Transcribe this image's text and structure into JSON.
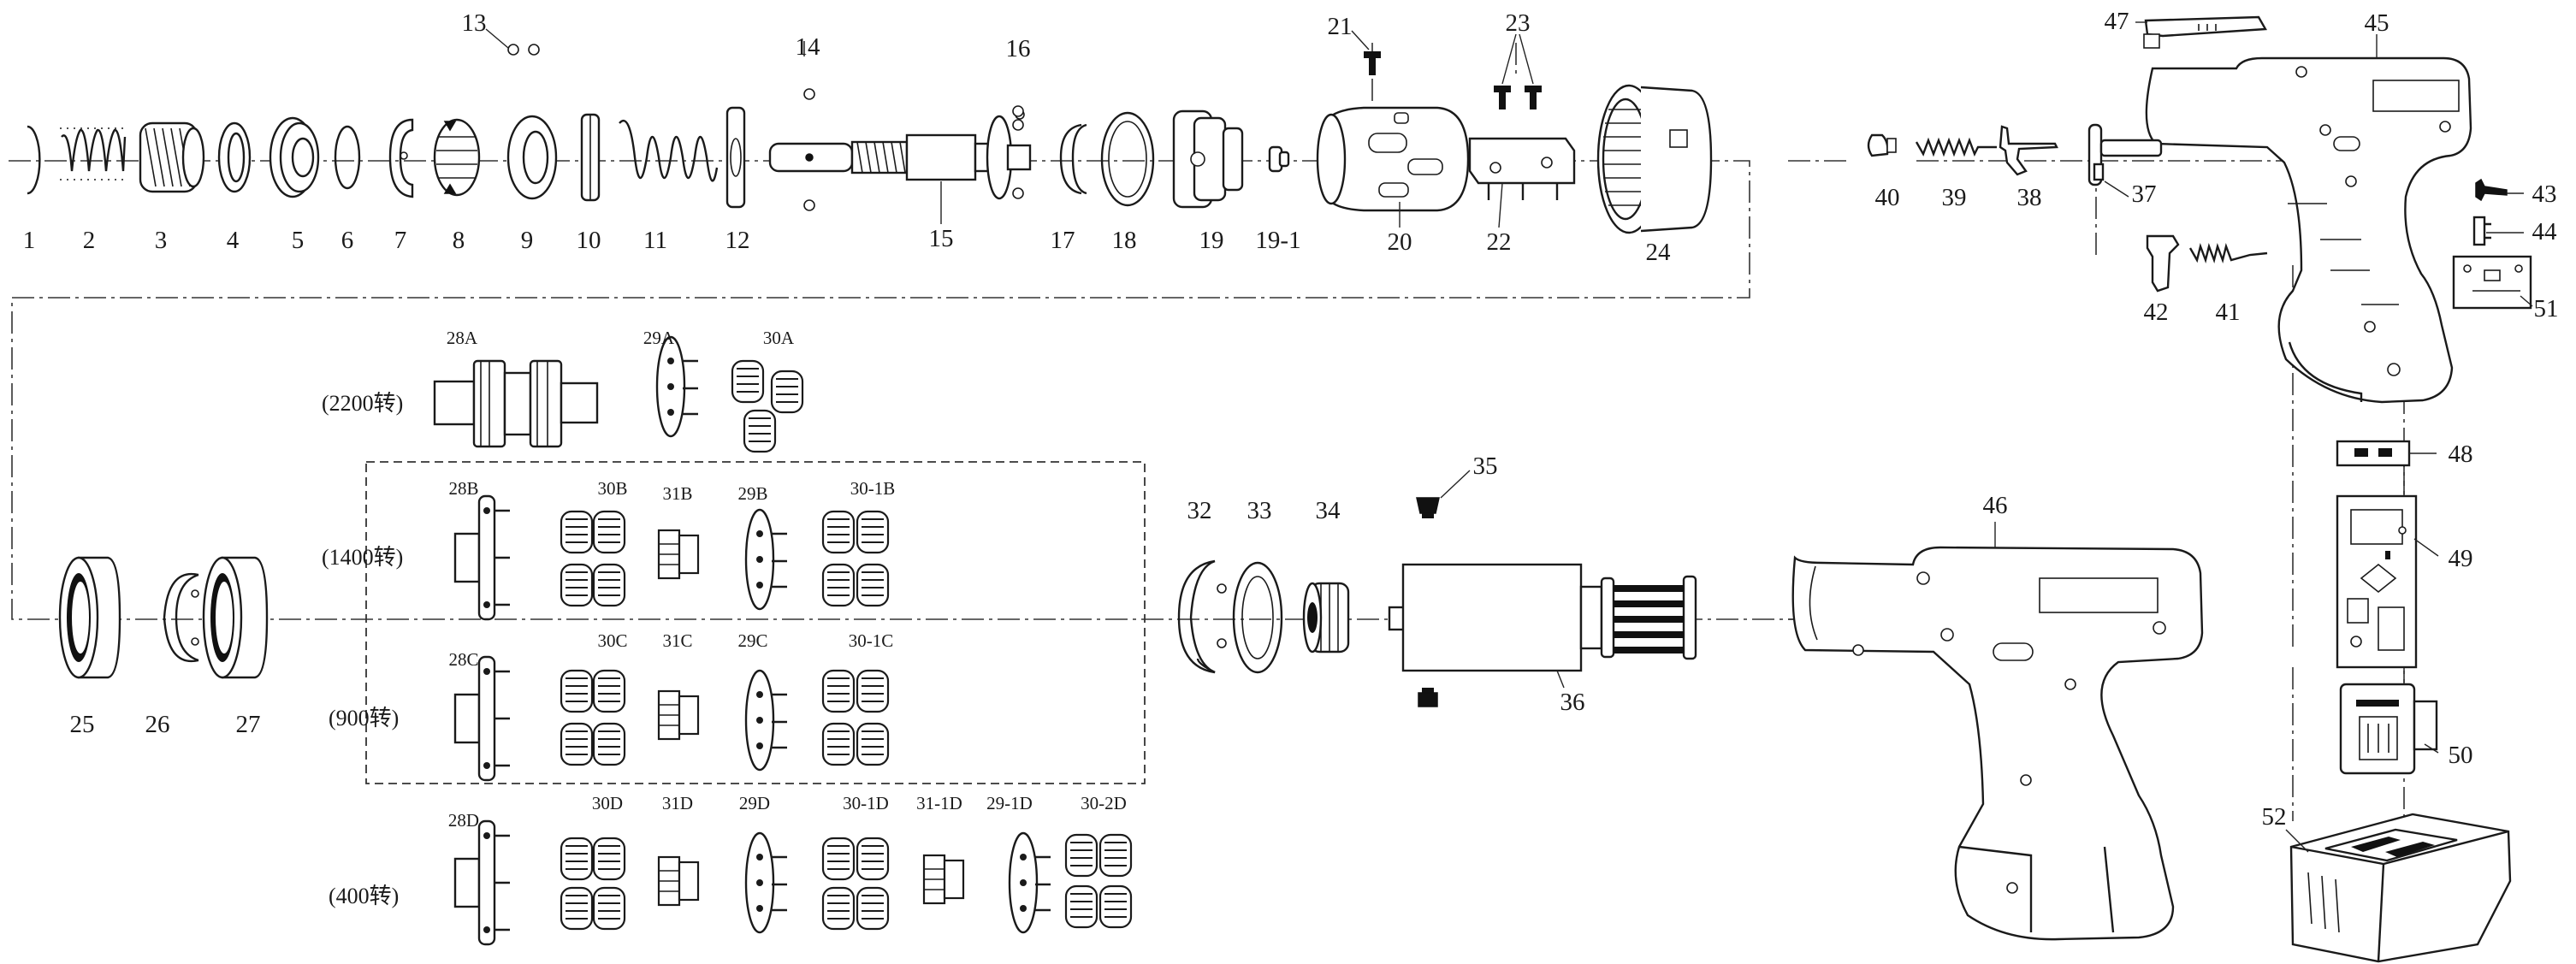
{
  "parts": {
    "p1": "1",
    "p2": "2",
    "p3": "3",
    "p4": "4",
    "p5": "5",
    "p6": "6",
    "p7": "7",
    "p8": "8",
    "p9": "9",
    "p10": "10",
    "p11": "11",
    "p12": "12",
    "p13": "13",
    "p14": "14",
    "p15": "15",
    "p16": "16",
    "p17": "17",
    "p18": "18",
    "p19": "19",
    "p19_1": "19-1",
    "p20": "20",
    "p21": "21",
    "p22": "22",
    "p23": "23",
    "p24": "24",
    "p25": "25",
    "p26": "26",
    "p27": "27",
    "p28A": "28A",
    "p29A": "29A",
    "p30A": "30A",
    "p28B": "28B",
    "p30B": "30B",
    "p31B": "31B",
    "p29B": "29B",
    "p30_1B": "30-1B",
    "p28C": "28C",
    "p30C": "30C",
    "p31C": "31C",
    "p29C": "29C",
    "p30_1C": "30-1C",
    "p28D": "28D",
    "p30D": "30D",
    "p31D": "31D",
    "p29D": "29D",
    "p30_1D": "30-1D",
    "p31_1D": "31-1D",
    "p29_1D": "29-1D",
    "p30_2D": "30-2D",
    "p32": "32",
    "p33": "33",
    "p34": "34",
    "p35": "35",
    "p36": "36",
    "p37": "37",
    "p38": "38",
    "p39": "39",
    "p40": "40",
    "p41": "41",
    "p42": "42",
    "p43": "43",
    "p44": "44",
    "p45": "45",
    "p46": "46",
    "p47": "47",
    "p48": "48",
    "p49": "49",
    "p50": "50",
    "p51": "51",
    "p52": "52"
  },
  "variants": {
    "v2200": "(2200转)",
    "v1400": "(1400转)",
    "v900": "(900转)",
    "v400": "(400转)"
  },
  "colors": {
    "line": "#1a1a1a",
    "background": "#ffffff"
  }
}
